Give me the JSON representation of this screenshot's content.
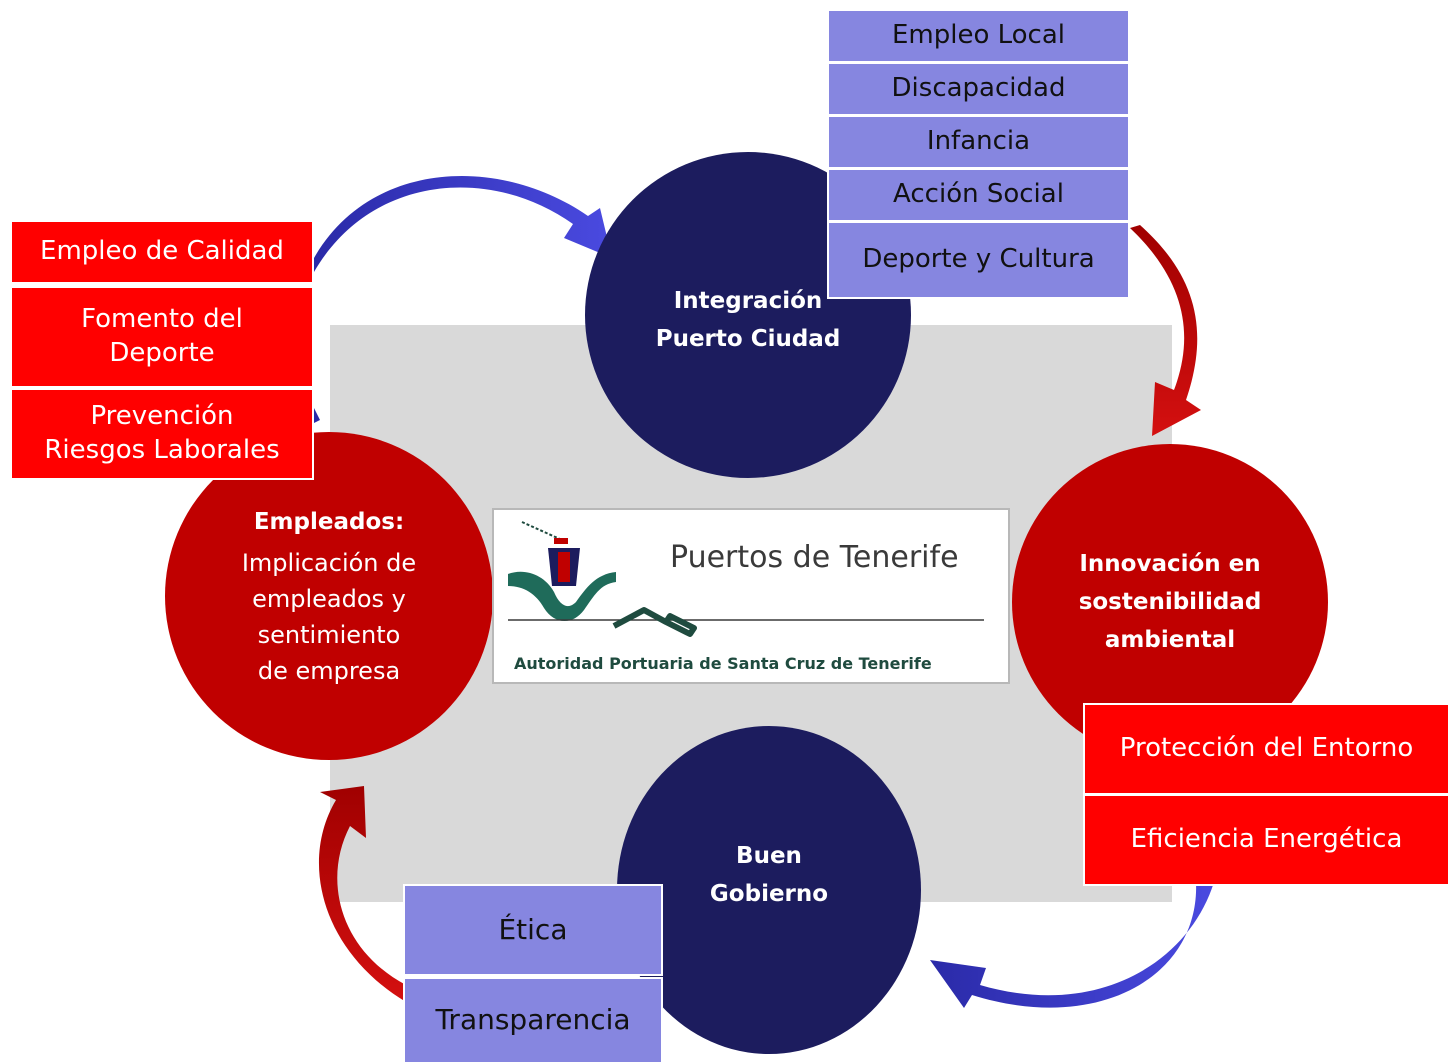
{
  "colors": {
    "navy": "#1c1c5e",
    "dark_red": "#c00000",
    "bright_red": "#ff0000",
    "purple": "#8686e0",
    "panel_gray": "#d9d9d9",
    "arrow_blue": "#3333cc",
    "arrow_red": "#c00000"
  },
  "circles": {
    "integracion": {
      "line1": "Integración",
      "line2": "Puerto Ciudad"
    },
    "innovacion": {
      "line1": "Innovación en",
      "line2": "sostenibilidad",
      "line3": "ambiental"
    },
    "buen_gobierno": {
      "line1": "Buen",
      "line2": "Gobierno"
    },
    "empleados": {
      "title": "Empleados:",
      "line1": "Implicación de",
      "line2": "empleados y",
      "line3": "sentimiento",
      "line4": "de empresa"
    }
  },
  "integracion_items": [
    "Empleo Local",
    "Discapacidad",
    "Infancia",
    "Acción Social",
    "Deporte y Cultura"
  ],
  "empleados_items": {
    "item1": "Empleo de Calidad",
    "item2_line1": "Fomento del",
    "item2_line2": "Deporte",
    "item3_line1": "Prevención",
    "item3_line2": "Riesgos Laborales"
  },
  "innovacion_items": [
    "Protección del Entorno",
    "Eficiencia Energética"
  ],
  "gobierno_items": [
    "Ética",
    "Transparencia"
  ],
  "logo": {
    "name": "Puertos de Tenerife",
    "subtitle": "Autoridad Portuaria de Santa Cruz de Tenerife",
    "icon": "ship-wave-logo-icon"
  }
}
